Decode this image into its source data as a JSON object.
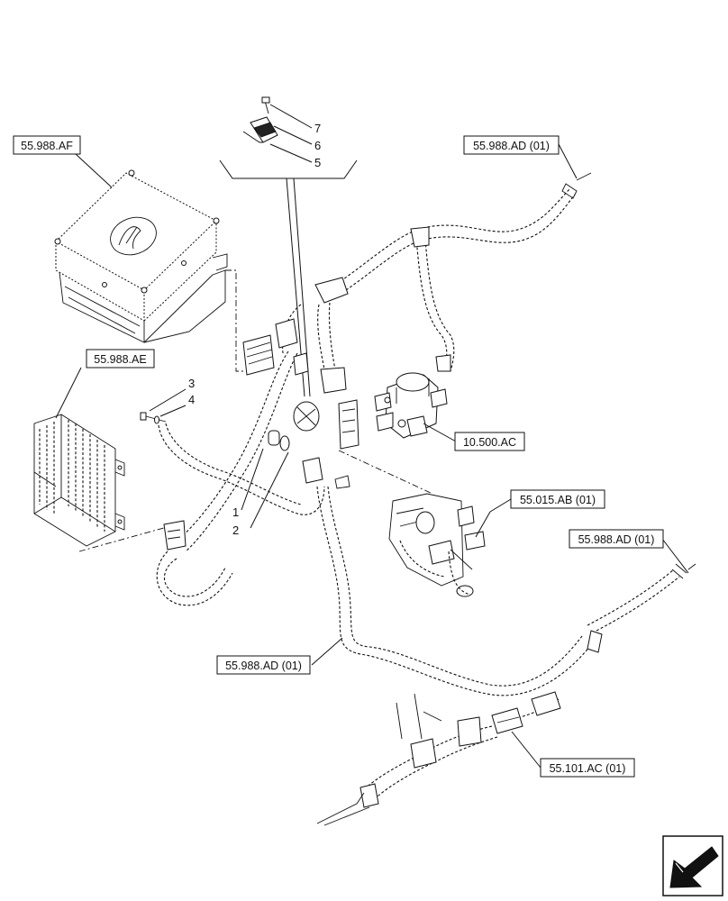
{
  "refs": {
    "ecu_af": "55.988.AF",
    "ecu_ae": "55.988.AE",
    "harness_top": "55.988.AD (01)",
    "harness_right": "55.988.AD (01)",
    "harness_bottom": "55.988.AD (01)",
    "valve": "10.500.AC",
    "sensor": "55.015.AB (01)",
    "connector": "55.101.AC (01)"
  },
  "items": {
    "i1": "1",
    "i2": "2",
    "i3": "3",
    "i4": "4",
    "i5": "5",
    "i6": "6",
    "i7": "7"
  },
  "icons": {
    "nav": "arrow-next-icon"
  }
}
